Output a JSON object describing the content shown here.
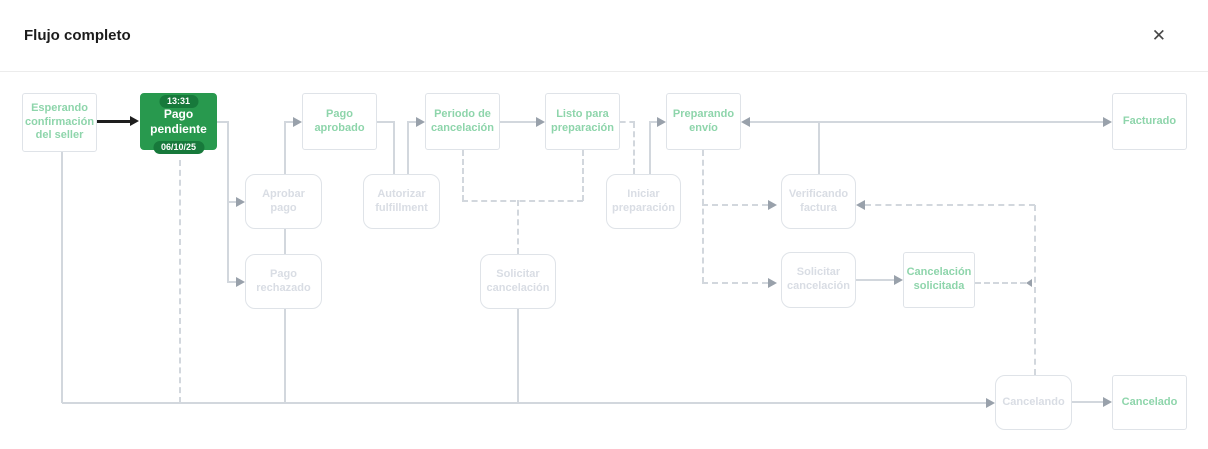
{
  "header": {
    "title": "Flujo completo",
    "close_icon": "✕"
  },
  "colors": {
    "active_green": "#28994E",
    "badge_green": "#17793B",
    "state_text_green": "#8ED5AB",
    "action_text_gray": "#D9DDE4",
    "line_gray": "#D2D7DD",
    "arrow_gray": "#99A1AB",
    "arrow_black": "#1E1E1E",
    "node_border": "#DFE3E8"
  },
  "flow": {
    "nodes": [
      {
        "id": "esperando-confirmacion-seller",
        "label": "Esperando confirmación del seller",
        "kind": "state"
      },
      {
        "id": "pago-pendiente",
        "label": "Pago pendiente",
        "kind": "active",
        "time_badge": "13:31",
        "date_badge": "06/10/25"
      },
      {
        "id": "pago-aprobado",
        "label": "Pago aprobado",
        "kind": "state"
      },
      {
        "id": "periodo-de-cancelacion",
        "label": "Periodo de cancelación",
        "kind": "state"
      },
      {
        "id": "listo-para-preparacion",
        "label": "Listo para preparación",
        "kind": "state"
      },
      {
        "id": "preparando-envio",
        "label": "Preparando envío",
        "kind": "state"
      },
      {
        "id": "facturado",
        "label": "Facturado",
        "kind": "state"
      },
      {
        "id": "aprobar-pago",
        "label": "Aprobar pago",
        "kind": "action"
      },
      {
        "id": "autorizar-fulfillment",
        "label": "Autorizar fulfillment",
        "kind": "action"
      },
      {
        "id": "iniciar-preparacion",
        "label": "Iniciar preparación",
        "kind": "action"
      },
      {
        "id": "verificando-factura",
        "label": "Verificando factura",
        "kind": "action"
      },
      {
        "id": "pago-rechazado",
        "label": "Pago rechazado",
        "kind": "action"
      },
      {
        "id": "solicitar-cancelacion-1",
        "label": "Solicitar cancelación",
        "kind": "action"
      },
      {
        "id": "solicitar-cancelacion-2",
        "label": "Solicitar cancelación",
        "kind": "action"
      },
      {
        "id": "cancelacion-solicitada",
        "label": "Cancelación solicitada",
        "kind": "state"
      },
      {
        "id": "cancelando",
        "label": "Cancelando",
        "kind": "action"
      },
      {
        "id": "cancelado",
        "label": "Cancelado",
        "kind": "state"
      }
    ]
  }
}
